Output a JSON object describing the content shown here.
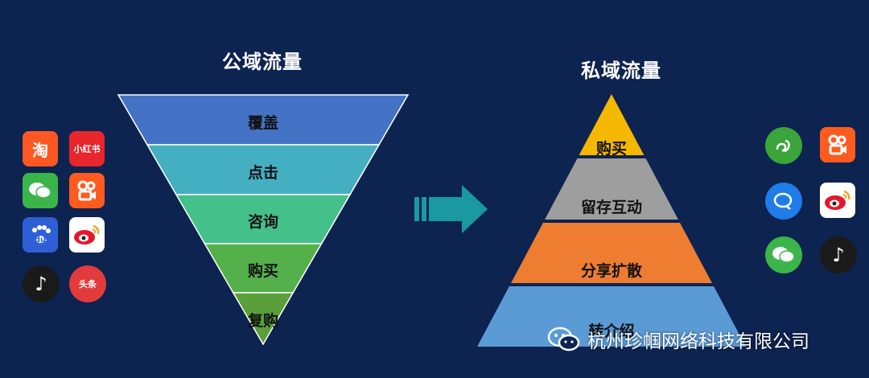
{
  "left": {
    "title": "公域流量",
    "layers": [
      "覆盖",
      "点击",
      "咨询",
      "购买",
      "复购"
    ],
    "colors": [
      "#4472c4",
      "#45afc2",
      "#44c08a",
      "#53b04a",
      "#5a9f3a"
    ]
  },
  "right": {
    "title": "私域流量",
    "layers": [
      "购买",
      "留存互动",
      "分享扩散",
      "转介绍"
    ],
    "colors": [
      "#f5b800",
      "#9e9e9e",
      "#ee7d31",
      "#5b9bd5"
    ]
  },
  "left_apps": [
    {
      "icon": "taobao-icon",
      "glyph": "淘",
      "color": "#ff5722"
    },
    {
      "icon": "xiaohongshu-icon",
      "glyph": "小红书",
      "color": "#e8262c"
    },
    {
      "icon": "wechat-icon",
      "glyph": "",
      "color": "#3bb54a"
    },
    {
      "icon": "kuaishou-icon",
      "glyph": "",
      "color": "#ff5b1f"
    },
    {
      "icon": "baidu-icon",
      "glyph": "du",
      "color": "#2f5fd6"
    },
    {
      "icon": "weibo-icon",
      "glyph": "",
      "color": "#ffffff"
    },
    {
      "icon": "douyin-icon",
      "glyph": "♪",
      "color": "#1a1a1a"
    },
    {
      "icon": "toutiao-icon",
      "glyph": "头条",
      "color": "#e33b3b"
    }
  ],
  "right_apps": [
    {
      "icon": "mini-program-icon",
      "glyph": "",
      "color": "#3aa53a"
    },
    {
      "icon": "kuaishou-icon",
      "glyph": "",
      "color": "#ff5b1f"
    },
    {
      "icon": "enterprise-wechat-icon",
      "glyph": "",
      "color": "#1f7ce8"
    },
    {
      "icon": "weibo-icon",
      "glyph": "",
      "color": "#ffffff"
    },
    {
      "icon": "wechat-icon",
      "glyph": "",
      "color": "#3bb54a"
    },
    {
      "icon": "douyin-icon",
      "glyph": "♪",
      "color": "#1a1a1a"
    }
  ],
  "arrow_color": "#1a9aa0",
  "watermark": "杭州珍帼网络科技有限公司"
}
